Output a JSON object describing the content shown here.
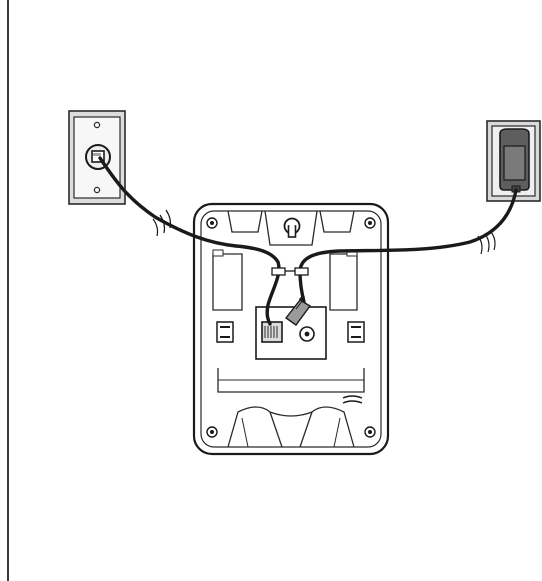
{
  "diagram": {
    "colors": {
      "line": "#2a2a2a",
      "cord": "#1a1a1a",
      "plate_fill": "#f4f4f4",
      "adapter_fill": "#6a6a6a",
      "base_fill": "#ffffff",
      "jack_fill": "#dcdcdc"
    },
    "parts": [
      {
        "name": "telephone-wall-jack",
        "icon": "wall-jack-icon"
      },
      {
        "name": "power-outlet",
        "icon": "power-outlet-icon"
      },
      {
        "name": "telephone-base-bottom",
        "icon": "phone-base-icon"
      },
      {
        "name": "telephone-line-cord",
        "icon": "cord-icon"
      },
      {
        "name": "power-adapter-cord",
        "icon": "cord-icon"
      }
    ]
  }
}
